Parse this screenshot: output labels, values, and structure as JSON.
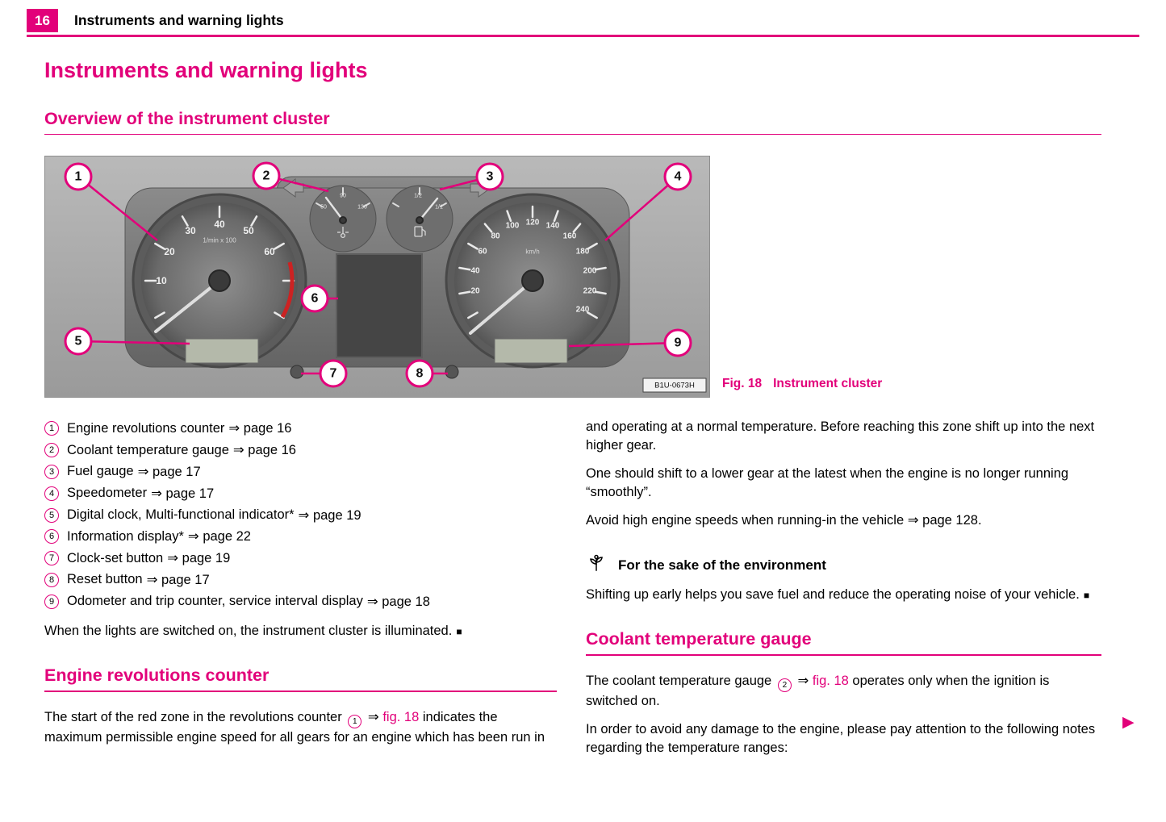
{
  "colors": {
    "accent": "#e2007a",
    "red_zone": "#cc2222"
  },
  "header": {
    "page_number": "16",
    "title": "Instruments and warning lights"
  },
  "main_title": "Instruments and warning lights",
  "overview": {
    "heading": "Overview of the instrument cluster",
    "legend": [
      {
        "num": "1",
        "label": "Engine revolutions counter",
        "ref": "⇒ page 16"
      },
      {
        "num": "2",
        "label": "Coolant temperature gauge",
        "ref": "⇒ page 16"
      },
      {
        "num": "3",
        "label": "Fuel gauge",
        "ref": "⇒ page 17"
      },
      {
        "num": "4",
        "label": "Speedometer",
        "ref": "⇒ page 17"
      },
      {
        "num": "5",
        "label": "Digital clock, Multi-functional indicator*",
        "ref": "⇒ page 19"
      },
      {
        "num": "6",
        "label": "Information display*",
        "ref": "⇒ page 22"
      },
      {
        "num": "7",
        "label": "Clock-set button",
        "ref": "⇒ page 19"
      },
      {
        "num": "8",
        "label": "Reset button",
        "ref": "⇒ page 17"
      },
      {
        "num": "9",
        "label": "Odometer and trip counter, service interval display",
        "ref": "⇒ page 18"
      }
    ],
    "note": "When the lights are switched on, the instrument cluster is illuminated.",
    "note_end": "■"
  },
  "figure": {
    "caption_label": "Fig. 18",
    "caption_text": "Instrument cluster",
    "image_code": "B1U-0673H",
    "callouts": [
      "1",
      "2",
      "3",
      "4",
      "5",
      "6",
      "7",
      "8",
      "9"
    ],
    "tachometer": {
      "unit": "1/min x 100",
      "labels": [
        "10",
        "20",
        "30",
        "40",
        "50",
        "60"
      ]
    },
    "speedometer": {
      "unit": "km/h",
      "labels": [
        "20",
        "40",
        "60",
        "80",
        "100",
        "120",
        "140",
        "160",
        "180",
        "200",
        "220",
        "240"
      ]
    },
    "temp_gauge": {
      "labels": [
        "50",
        "90",
        "130"
      ]
    },
    "fuel_gauge": {
      "labels": [
        "1/2",
        "1/1"
      ]
    }
  },
  "engine_section": {
    "heading": "Engine revolutions counter",
    "para": {
      "part1": "The start of the red zone in the revolutions counter",
      "callout": "1",
      "arrow": "⇒",
      "ref": "fig. 18",
      "part2": "indicates the maximum permissible engine speed for all gears for an engine which has been run in"
    },
    "cont1": "and operating at a normal temperature. Before reaching this zone shift up into the next higher gear.",
    "para2": "One should shift to a lower gear at the latest when the engine is no longer running “smoothly”.",
    "para3": "Avoid high engine speeds when running-in the vehicle",
    "para3_ref": "⇒ page 128."
  },
  "environment": {
    "title": "For the sake of the environment",
    "text": "Shifting up early helps you save fuel and reduce the operating noise of your vehicle.",
    "end_mark": "■"
  },
  "coolant_section": {
    "heading": "Coolant temperature gauge",
    "para1": {
      "part1": "The coolant temperature gauge",
      "callout": "2",
      "arrow": "⇒",
      "ref": "fig. 18",
      "part2": "operates only when the ignition is switched on."
    },
    "para2": "In order to avoid any damage to the engine, please pay attention to the following notes regarding the temperature ranges:",
    "continuation_mark": "▶"
  }
}
